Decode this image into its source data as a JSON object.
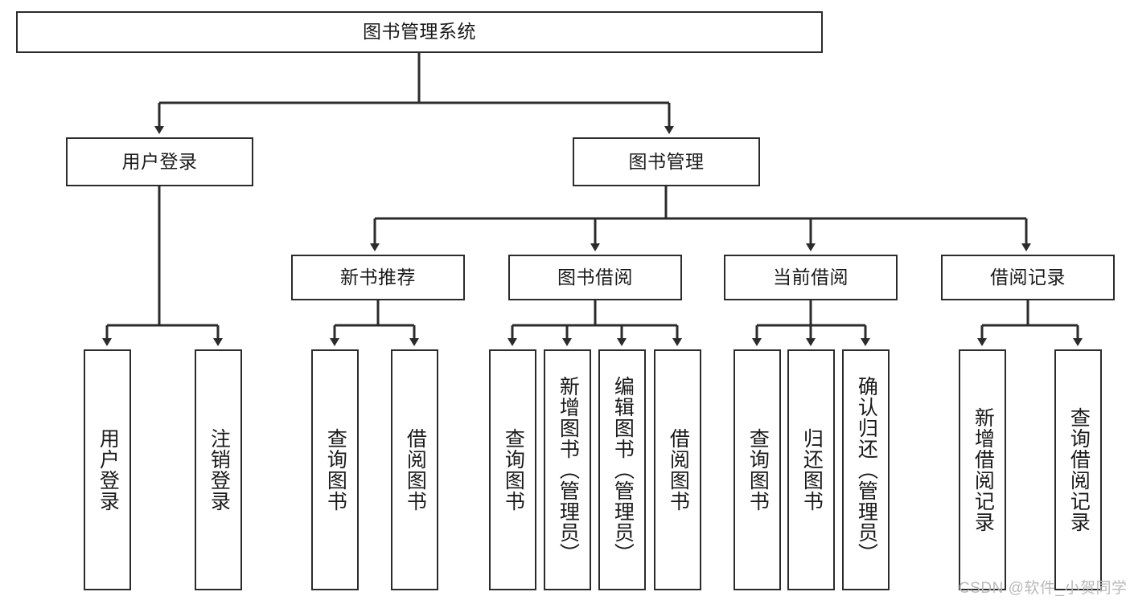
{
  "diagram": {
    "title": "图书管理系统",
    "type": "tree-hierarchy-diagram",
    "colors": {
      "box_border": "#2b2b2b",
      "box_fill": "#ffffff",
      "edge": "#2b2b2b",
      "text": "#1a1a1a",
      "watermark": "#b9b9b9"
    },
    "root": {
      "label": "图书管理系统"
    },
    "level2": [
      {
        "label": "用户登录"
      },
      {
        "label": "图书管理"
      }
    ],
    "level3": [
      {
        "label": "新书推荐"
      },
      {
        "label": "图书借阅"
      },
      {
        "label": "当前借阅"
      },
      {
        "label": "借阅记录"
      }
    ],
    "leaves_user_login": [
      {
        "label": "用户登录"
      },
      {
        "label": "注销登录"
      }
    ],
    "leaves_new_book": [
      {
        "label": "查询图书"
      },
      {
        "label": "借阅图书"
      }
    ],
    "leaves_borrow": [
      {
        "label": "查询图书"
      },
      {
        "label": "新增图书（管理员）"
      },
      {
        "label": "编辑图书（管理员）"
      },
      {
        "label": "借阅图书"
      }
    ],
    "leaves_current": [
      {
        "label": "查询图书"
      },
      {
        "label": "归还图书"
      },
      {
        "label": "确认归还（管理员）"
      }
    ],
    "leaves_records": [
      {
        "label": "新增借阅记录"
      },
      {
        "label": "查询借阅记录"
      }
    ]
  },
  "watermark": {
    "text": "CSDN @软件_小贺同学"
  }
}
